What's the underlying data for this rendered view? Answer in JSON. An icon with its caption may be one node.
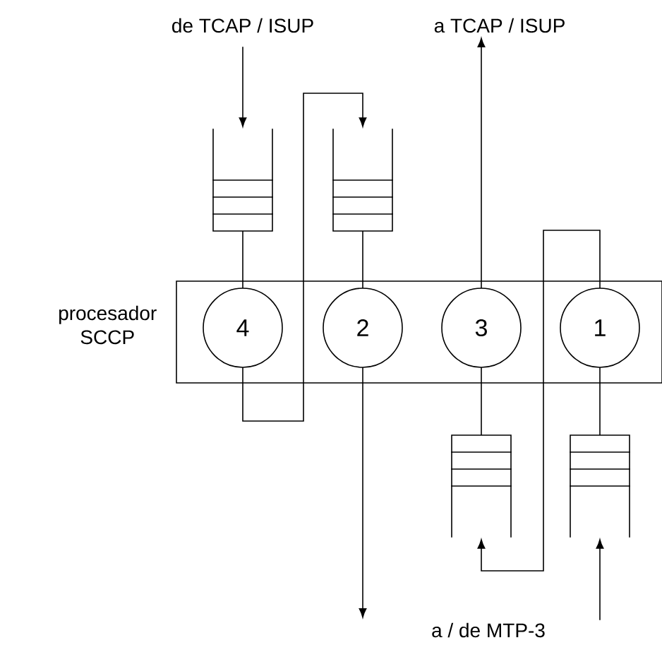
{
  "diagram": {
    "nodes": [
      {
        "text": [
          "de TCAP / ISUP"
        ]
      },
      {
        "text": [
          "a TCAP / ISUP"
        ]
      },
      {
        "text": [
          "procesador SCCP"
        ]
      },
      {
        "text": [
          "4"
        ],
        "in": 2
      },
      {
        "text": [
          "2"
        ],
        "in": 2
      },
      {
        "text": [
          "3"
        ],
        "in": 2
      },
      {
        "text": [
          "1"
        ],
        "in": 2
      },
      {
        "text": [],
        "shape": "queue"
      },
      {
        "text": [],
        "shape": "queue"
      },
      {
        "text": [],
        "shape": "queue"
      },
      {
        "text": [],
        "shape": "queue"
      },
      {
        "text": [
          "a / de MTP-3"
        ]
      }
    ],
    "edges": [
      {
        "from": 0,
        "to": 7,
        "arrow": "to"
      },
      {
        "from": 7,
        "to": 3,
        "arrow": "none"
      },
      {
        "from": 3,
        "to": 8,
        "arrow": "to"
      },
      {
        "from": 8,
        "to": 4,
        "arrow": "none"
      },
      {
        "from": 5,
        "to": 1,
        "arrow": "to"
      },
      {
        "from": 4,
        "to": 11,
        "arrow": "to"
      },
      {
        "from": 11,
        "to": 10,
        "arrow": "to"
      },
      {
        "from": 10,
        "to": 6,
        "arrow": "none"
      },
      {
        "from": 6,
        "to": 9,
        "arrow": "to"
      },
      {
        "from": 9,
        "to": 5,
        "arrow": "none"
      }
    ]
  }
}
